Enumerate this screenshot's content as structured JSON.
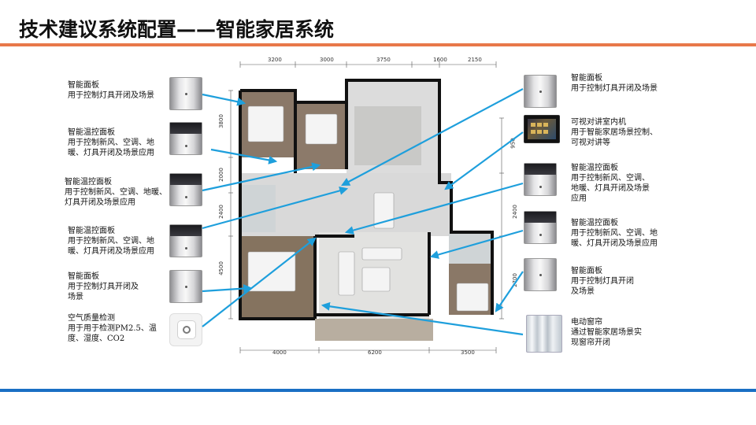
{
  "title": "技术建议系统配置——智能家居系统",
  "colors": {
    "title_rule": "#e8784a",
    "bottom_rule": "#1a6fc4",
    "arrow": "#1e9fdc"
  },
  "dimensions": {
    "top": [
      "3200",
      "3000",
      "3750",
      "1600",
      "2150"
    ],
    "bottom": [
      "4000",
      "6200",
      "3500"
    ],
    "left": [
      "3800",
      "2000",
      "2400",
      "4500"
    ],
    "right": [
      "950",
      "2400",
      "2700"
    ]
  },
  "left_devices": [
    {
      "icon": "smart-panel-icon",
      "title": "智能面板",
      "desc": "用于控制灯具开闭及场景"
    },
    {
      "icon": "smart-thermostat-icon",
      "title": "智能温控面板",
      "desc": "用于控制新风、空调、地暖、灯具开闭及场景应用"
    },
    {
      "icon": "smart-thermostat-icon",
      "title": "智能温控面板",
      "desc": "用于控制新风、空调、地暖、灯具开闭及场景应用"
    },
    {
      "icon": "smart-thermostat-icon",
      "title": "智能温控面板",
      "desc": "用于控制新风、空调、地暖、灯具开闭及场景应用"
    },
    {
      "icon": "smart-panel-icon",
      "title": "智能面板",
      "desc": "用于控制灯具开闭及场景"
    },
    {
      "icon": "air-quality-sensor-icon",
      "title": "空气质量检测",
      "desc": "用于用于检测PM2.5、温度、湿度、CO2"
    }
  ],
  "right_devices": [
    {
      "icon": "smart-panel-icon",
      "title": "智能面板",
      "desc": "用于控制灯具开闭及场景"
    },
    {
      "icon": "video-intercom-tablet-icon",
      "title": "可视对讲室内机",
      "desc": "用于智能家居场景控制、可视对讲等"
    },
    {
      "icon": "smart-thermostat-icon",
      "title": "智能温控面板",
      "desc": "用于控制新风、空调、地暖、灯具开闭及场景应用"
    },
    {
      "icon": "smart-thermostat-icon",
      "title": "智能温控面板",
      "desc": "用于控制新风、空调、地暖、灯具开闭及场景应用"
    },
    {
      "icon": "smart-panel-icon",
      "title": "智能面板",
      "desc": "用于控制灯具开闭及场景"
    },
    {
      "icon": "electric-curtain-icon",
      "title": "电动窗帘",
      "desc": "通过智能家居场景实现窗帘开闭"
    }
  ]
}
